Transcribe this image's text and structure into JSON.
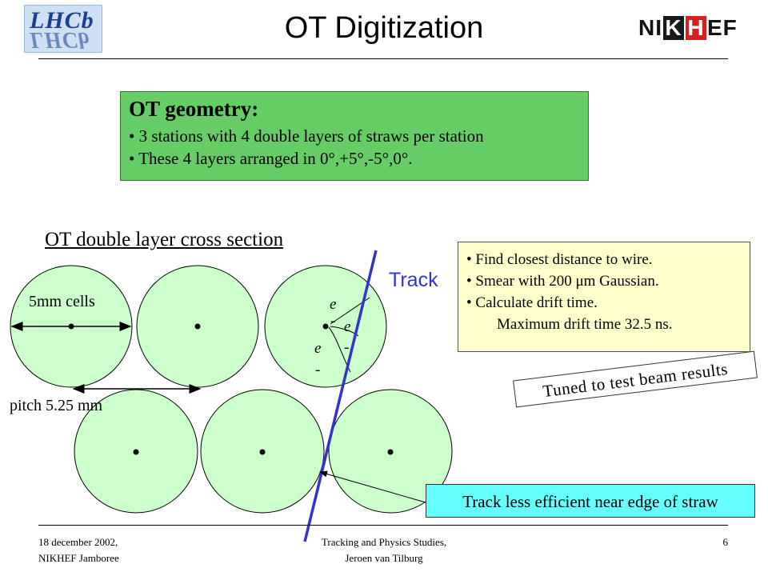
{
  "header": {
    "title": "OT Digitization",
    "logo_left_text": "LHCb",
    "logo_right_text": {
      "part1": "NI",
      "k": "K",
      "h": "H",
      "part2": "EF"
    }
  },
  "geometry_box": {
    "heading": "OT geometry:",
    "bullets": [
      "• 3 stations with 4 double layers of straws per station",
      "• These 4 layers arranged in 0°,+5°,-5°,0°."
    ]
  },
  "diagram": {
    "section_title": "OT double layer cross section",
    "cells_label": "5mm cells",
    "pitch_label": "pitch 5.25 mm",
    "track_label": "Track",
    "electron_labels": [
      "e",
      "e",
      "e"
    ],
    "minus_labels": [
      "-",
      "-",
      "-"
    ]
  },
  "drift_box": {
    "bullets": [
      "• Find closest distance to wire.",
      "• Smear with 200 μm Gaussian.",
      "• Calculate drift time."
    ],
    "sub_line": "Maximum drift time 32.5 ns."
  },
  "tuned_label": "Tuned to test beam results",
  "edge_label": "Track less efficient near edge of straw",
  "footer": {
    "left_line1": "18 december 2002,",
    "left_line2": "NIKHEF Jamboree",
    "center_line1": "Tracking and Physics Studies,",
    "center_line2": "Jeroen van Tilburg",
    "page_number": "6"
  },
  "colors": {
    "straw_fill": "#ccffcc",
    "track": "#3333cc",
    "geometry_box": "#66cc66",
    "drift_box": "#ffffcc",
    "edge_box": "#66ffff"
  }
}
